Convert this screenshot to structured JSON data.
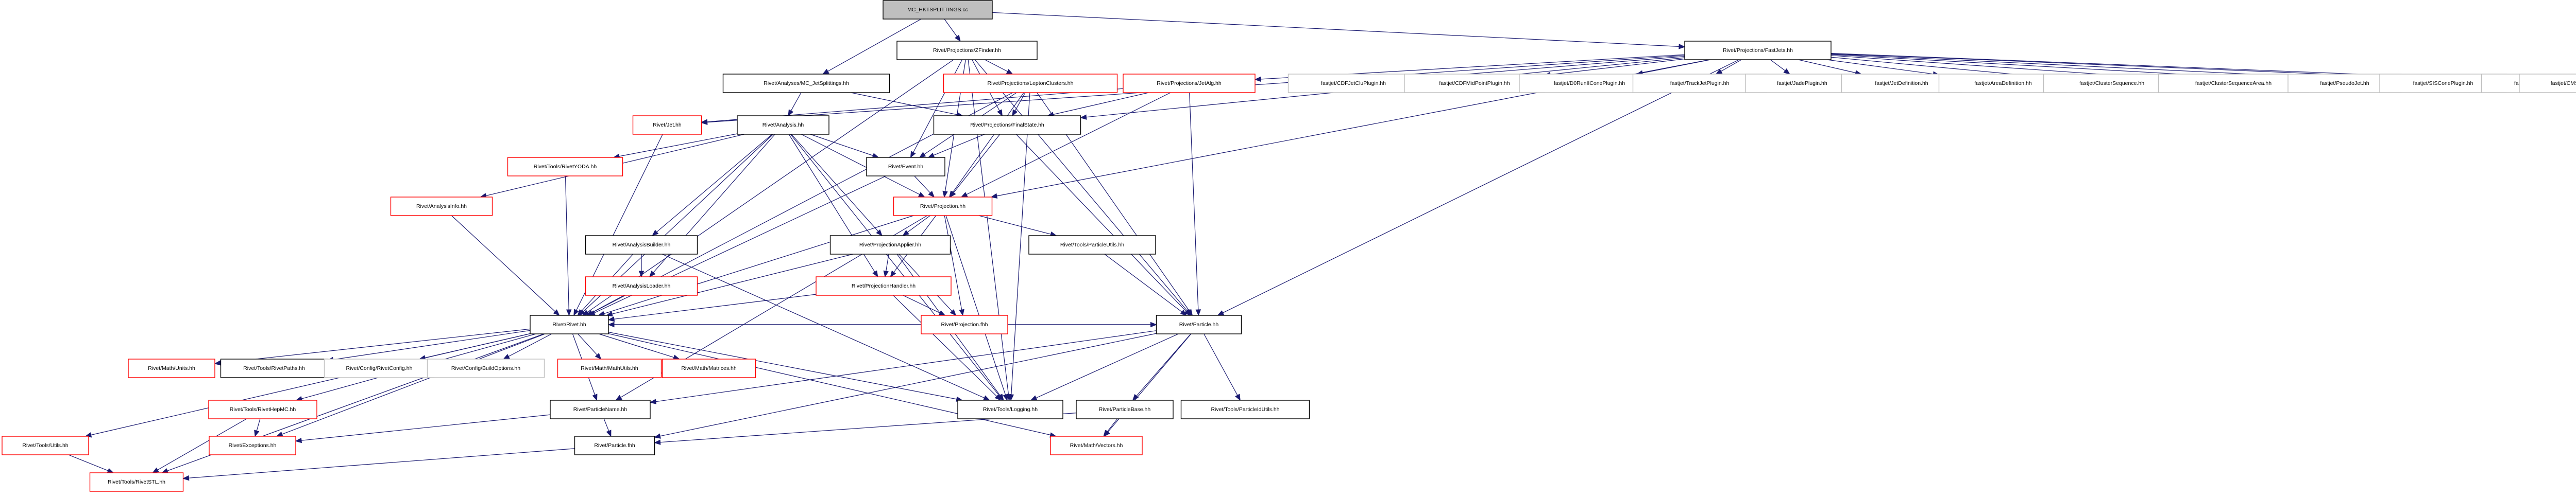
{
  "colors": {
    "edge": "#191970",
    "node_border_documented": "#000000",
    "node_border_undocumented": "#ff0000",
    "node_border_external": "#bfbfbf",
    "node_fill": "#ffffff",
    "root_fill": "#bfbfbf",
    "text": "#000000"
  },
  "nodes": [
    {
      "id": "root",
      "label": "MC_HKTSPLITTINGS.cc",
      "kind": "root"
    },
    {
      "id": "zfinder",
      "label": "Rivet/Projections/ZFinder.hh",
      "kind": "doc"
    },
    {
      "id": "fastjets",
      "label": "Rivet/Projections/FastJets.hh",
      "kind": "doc"
    },
    {
      "id": "mcjet",
      "label": "Rivet/Analyses/MC_JetSplittings.hh",
      "kind": "doc"
    },
    {
      "id": "leptonclusters",
      "label": "Rivet/Projections/LeptonClusters.hh",
      "kind": "undoc"
    },
    {
      "id": "jetalg",
      "label": "Rivet/Projections/JetAlg.hh",
      "kind": "undoc"
    },
    {
      "id": "cdfjetclu",
      "label": "fastjet/CDFJetCluPlugin.hh",
      "kind": "ext"
    },
    {
      "id": "cdfmidpoint",
      "label": "fastjet/CDFMidPointPlugin.hh",
      "kind": "ext"
    },
    {
      "id": "d0run",
      "label": "fastjet/D0RunIIConePlugin.hh",
      "kind": "ext"
    },
    {
      "id": "trackjet",
      "label": "fastjet/TrackJetPlugin.hh",
      "kind": "ext"
    },
    {
      "id": "jade",
      "label": "fastjet/JadePlugin.hh",
      "kind": "ext"
    },
    {
      "id": "jetdef",
      "label": "fastjet/JetDefinition.hh",
      "kind": "ext"
    },
    {
      "id": "areadef",
      "label": "fastjet/AreaDefinition.hh",
      "kind": "ext"
    },
    {
      "id": "clusterseq",
      "label": "fastjet/ClusterSequence.hh",
      "kind": "ext"
    },
    {
      "id": "clusterseqarea",
      "label": "fastjet/ClusterSequenceArea.hh",
      "kind": "ext"
    },
    {
      "id": "pseudojet",
      "label": "fastjet/PseudoJet.hh",
      "kind": "ext"
    },
    {
      "id": "siscone",
      "label": "fastjet/SISConePlugin.hh",
      "kind": "ext"
    },
    {
      "id": "atlascone",
      "label": "fastjet/ATLASConePlugin.hh",
      "kind": "ext"
    },
    {
      "id": "cmsiter",
      "label": "fastjet/CMSIterativeConePlugin.hh",
      "kind": "ext"
    },
    {
      "id": "jet",
      "label": "Rivet/Jet.hh",
      "kind": "undoc"
    },
    {
      "id": "analysis",
      "label": "Rivet/Analysis.hh",
      "kind": "doc"
    },
    {
      "id": "finalstate",
      "label": "Rivet/Projections/FinalState.hh",
      "kind": "doc"
    },
    {
      "id": "rivetyoda",
      "label": "Rivet/Tools/RivetYODA.hh",
      "kind": "undoc"
    },
    {
      "id": "event",
      "label": "Rivet/Event.hh",
      "kind": "doc"
    },
    {
      "id": "analysisinfo",
      "label": "Rivet/AnalysisInfo.hh",
      "kind": "undoc"
    },
    {
      "id": "projection",
      "label": "Rivet/Projection.hh",
      "kind": "undoc"
    },
    {
      "id": "analysisbuilder",
      "label": "Rivet/AnalysisBuilder.hh",
      "kind": "doc"
    },
    {
      "id": "projapplier",
      "label": "Rivet/ProjectionApplier.hh",
      "kind": "doc"
    },
    {
      "id": "particleutils",
      "label": "Rivet/Tools/ParticleUtils.hh",
      "kind": "doc"
    },
    {
      "id": "analysisloader",
      "label": "Rivet/AnalysisLoader.hh",
      "kind": "undoc"
    },
    {
      "id": "projhandler",
      "label": "Rivet/ProjectionHandler.hh",
      "kind": "undoc"
    },
    {
      "id": "projectionfhh",
      "label": "Rivet/Projection.fhh",
      "kind": "undoc"
    },
    {
      "id": "rivet",
      "label": "Rivet/Rivet.hh",
      "kind": "doc"
    },
    {
      "id": "particle",
      "label": "Rivet/Particle.hh",
      "kind": "doc"
    },
    {
      "id": "mathunits",
      "label": "Rivet/Math/Units.hh",
      "kind": "undoc"
    },
    {
      "id": "rivetpaths",
      "label": "Rivet/Tools/RivetPaths.hh",
      "kind": "doc"
    },
    {
      "id": "rivetconfig",
      "label": "Rivet/Config/RivetConfig.hh",
      "kind": "ext"
    },
    {
      "id": "buildoptions",
      "label": "Rivet/Config/BuildOptions.hh",
      "kind": "ext"
    },
    {
      "id": "mathutils",
      "label": "Rivet/Math/MathUtils.hh",
      "kind": "undoc"
    },
    {
      "id": "matrices",
      "label": "Rivet/Math/Matrices.hh",
      "kind": "undoc"
    },
    {
      "id": "rivethepmc",
      "label": "Rivet/Tools/RivetHepMC.hh",
      "kind": "undoc"
    },
    {
      "id": "particlename",
      "label": "Rivet/ParticleName.hh",
      "kind": "doc"
    },
    {
      "id": "logging",
      "label": "Rivet/Tools/Logging.hh",
      "kind": "doc"
    },
    {
      "id": "particlebase",
      "label": "Rivet/ParticleBase.hh",
      "kind": "doc"
    },
    {
      "id": "particleidutils",
      "label": "Rivet/Tools/ParticleIdUtils.hh",
      "kind": "doc"
    },
    {
      "id": "toolsutils",
      "label": "Rivet/Tools/Utils.hh",
      "kind": "undoc"
    },
    {
      "id": "exceptions",
      "label": "Rivet/Exceptions.hh",
      "kind": "undoc"
    },
    {
      "id": "particlefhh",
      "label": "Rivet/Particle.fhh",
      "kind": "doc"
    },
    {
      "id": "vectors",
      "label": "Rivet/Math/Vectors.hh",
      "kind": "undoc"
    },
    {
      "id": "rivetstl",
      "label": "Rivet/Tools/RivetSTL.hh",
      "kind": "undoc"
    }
  ],
  "edges": [
    [
      "root",
      "zfinder"
    ],
    [
      "root",
      "fastjets"
    ],
    [
      "root",
      "mcjet"
    ],
    [
      "zfinder",
      "finalstate"
    ],
    [
      "zfinder",
      "leptonclusters"
    ],
    [
      "zfinder",
      "rivet"
    ],
    [
      "zfinder",
      "event"
    ],
    [
      "zfinder",
      "projection"
    ],
    [
      "zfinder",
      "particle"
    ],
    [
      "zfinder",
      "logging"
    ],
    [
      "fastjets",
      "jetalg"
    ],
    [
      "fastjets",
      "cdfjetclu"
    ],
    [
      "fastjets",
      "cdfmidpoint"
    ],
    [
      "fastjets",
      "d0run"
    ],
    [
      "fastjets",
      "trackjet"
    ],
    [
      "fastjets",
      "jade"
    ],
    [
      "fastjets",
      "jetdef"
    ],
    [
      "fastjets",
      "areadef"
    ],
    [
      "fastjets",
      "clusterseq"
    ],
    [
      "fastjets",
      "clusterseqarea"
    ],
    [
      "fastjets",
      "pseudojet"
    ],
    [
      "fastjets",
      "siscone"
    ],
    [
      "fastjets",
      "atlascone"
    ],
    [
      "fastjets",
      "cmsiter"
    ],
    [
      "fastjets",
      "jet"
    ],
    [
      "fastjets",
      "particle"
    ],
    [
      "fastjets",
      "finalstate"
    ],
    [
      "fastjets",
      "projection"
    ],
    [
      "mcjet",
      "analysis"
    ],
    [
      "mcjet",
      "finalstate"
    ],
    [
      "leptonclusters",
      "finalstate"
    ],
    [
      "leptonclusters",
      "rivet"
    ],
    [
      "leptonclusters",
      "event"
    ],
    [
      "leptonclusters",
      "projection"
    ],
    [
      "leptonclusters",
      "particle"
    ],
    [
      "leptonclusters",
      "logging"
    ],
    [
      "jetalg",
      "finalstate"
    ],
    [
      "jetalg",
      "jet"
    ],
    [
      "jetalg",
      "projection"
    ],
    [
      "jetalg",
      "particle"
    ],
    [
      "jet",
      "rivet"
    ],
    [
      "analysis",
      "rivetyoda"
    ],
    [
      "analysis",
      "analysisinfo"
    ],
    [
      "analysis",
      "event"
    ],
    [
      "analysis",
      "projection"
    ],
    [
      "analysis",
      "analysisbuilder"
    ],
    [
      "analysis",
      "projapplier"
    ],
    [
      "analysis",
      "analysisloader"
    ],
    [
      "analysis",
      "projhandler"
    ],
    [
      "analysis",
      "rivet"
    ],
    [
      "analysis",
      "logging"
    ],
    [
      "finalstate",
      "event"
    ],
    [
      "finalstate",
      "projection"
    ],
    [
      "finalstate",
      "particle"
    ],
    [
      "rivetyoda",
      "rivet"
    ],
    [
      "event",
      "projection"
    ],
    [
      "event",
      "rivet"
    ],
    [
      "analysisinfo",
      "rivet"
    ],
    [
      "projection",
      "projapplier"
    ],
    [
      "projection",
      "projhandler"
    ],
    [
      "projection",
      "particleutils"
    ],
    [
      "projection",
      "projectionfhh"
    ],
    [
      "projection",
      "rivet"
    ],
    [
      "projection",
      "logging"
    ],
    [
      "projection",
      "particlename"
    ],
    [
      "analysisbuilder",
      "analysisloader"
    ],
    [
      "analysisbuilder",
      "rivet"
    ],
    [
      "analysisbuilder",
      "logging"
    ],
    [
      "projapplier",
      "projhandler"
    ],
    [
      "projapplier",
      "projectionfhh"
    ],
    [
      "projapplier",
      "rivet"
    ],
    [
      "projapplier",
      "logging"
    ],
    [
      "particleutils",
      "particle"
    ],
    [
      "analysisloader",
      "rivet"
    ],
    [
      "projhandler",
      "projectionfhh"
    ],
    [
      "projhandler",
      "rivet"
    ],
    [
      "projhandler",
      "logging"
    ],
    [
      "rivet",
      "mathunits"
    ],
    [
      "rivet",
      "rivetpaths"
    ],
    [
      "rivet",
      "rivetconfig"
    ],
    [
      "rivet",
      "buildoptions"
    ],
    [
      "rivet",
      "mathutils"
    ],
    [
      "rivet",
      "matrices"
    ],
    [
      "rivet",
      "rivethepmc"
    ],
    [
      "rivet",
      "particlename"
    ],
    [
      "rivet",
      "logging"
    ],
    [
      "rivet",
      "particle"
    ],
    [
      "rivet",
      "toolsutils"
    ],
    [
      "rivet",
      "exceptions"
    ],
    [
      "rivet",
      "vectors"
    ],
    [
      "rivet",
      "rivetstl"
    ],
    [
      "particle",
      "particlename"
    ],
    [
      "particle",
      "logging"
    ],
    [
      "particle",
      "particlebase"
    ],
    [
      "particle",
      "particleidutils"
    ],
    [
      "particle",
      "vectors"
    ],
    [
      "particle",
      "rivet"
    ],
    [
      "particle",
      "particlefhh"
    ],
    [
      "rivethepmc",
      "exceptions"
    ],
    [
      "rivethepmc",
      "rivetstl"
    ],
    [
      "particlename",
      "exceptions"
    ],
    [
      "particlename",
      "particlefhh"
    ],
    [
      "particlebase",
      "vectors"
    ],
    [
      "particlebase",
      "particlefhh"
    ],
    [
      "toolsutils",
      "rivetstl"
    ],
    [
      "particlefhh",
      "rivetstl"
    ]
  ]
}
